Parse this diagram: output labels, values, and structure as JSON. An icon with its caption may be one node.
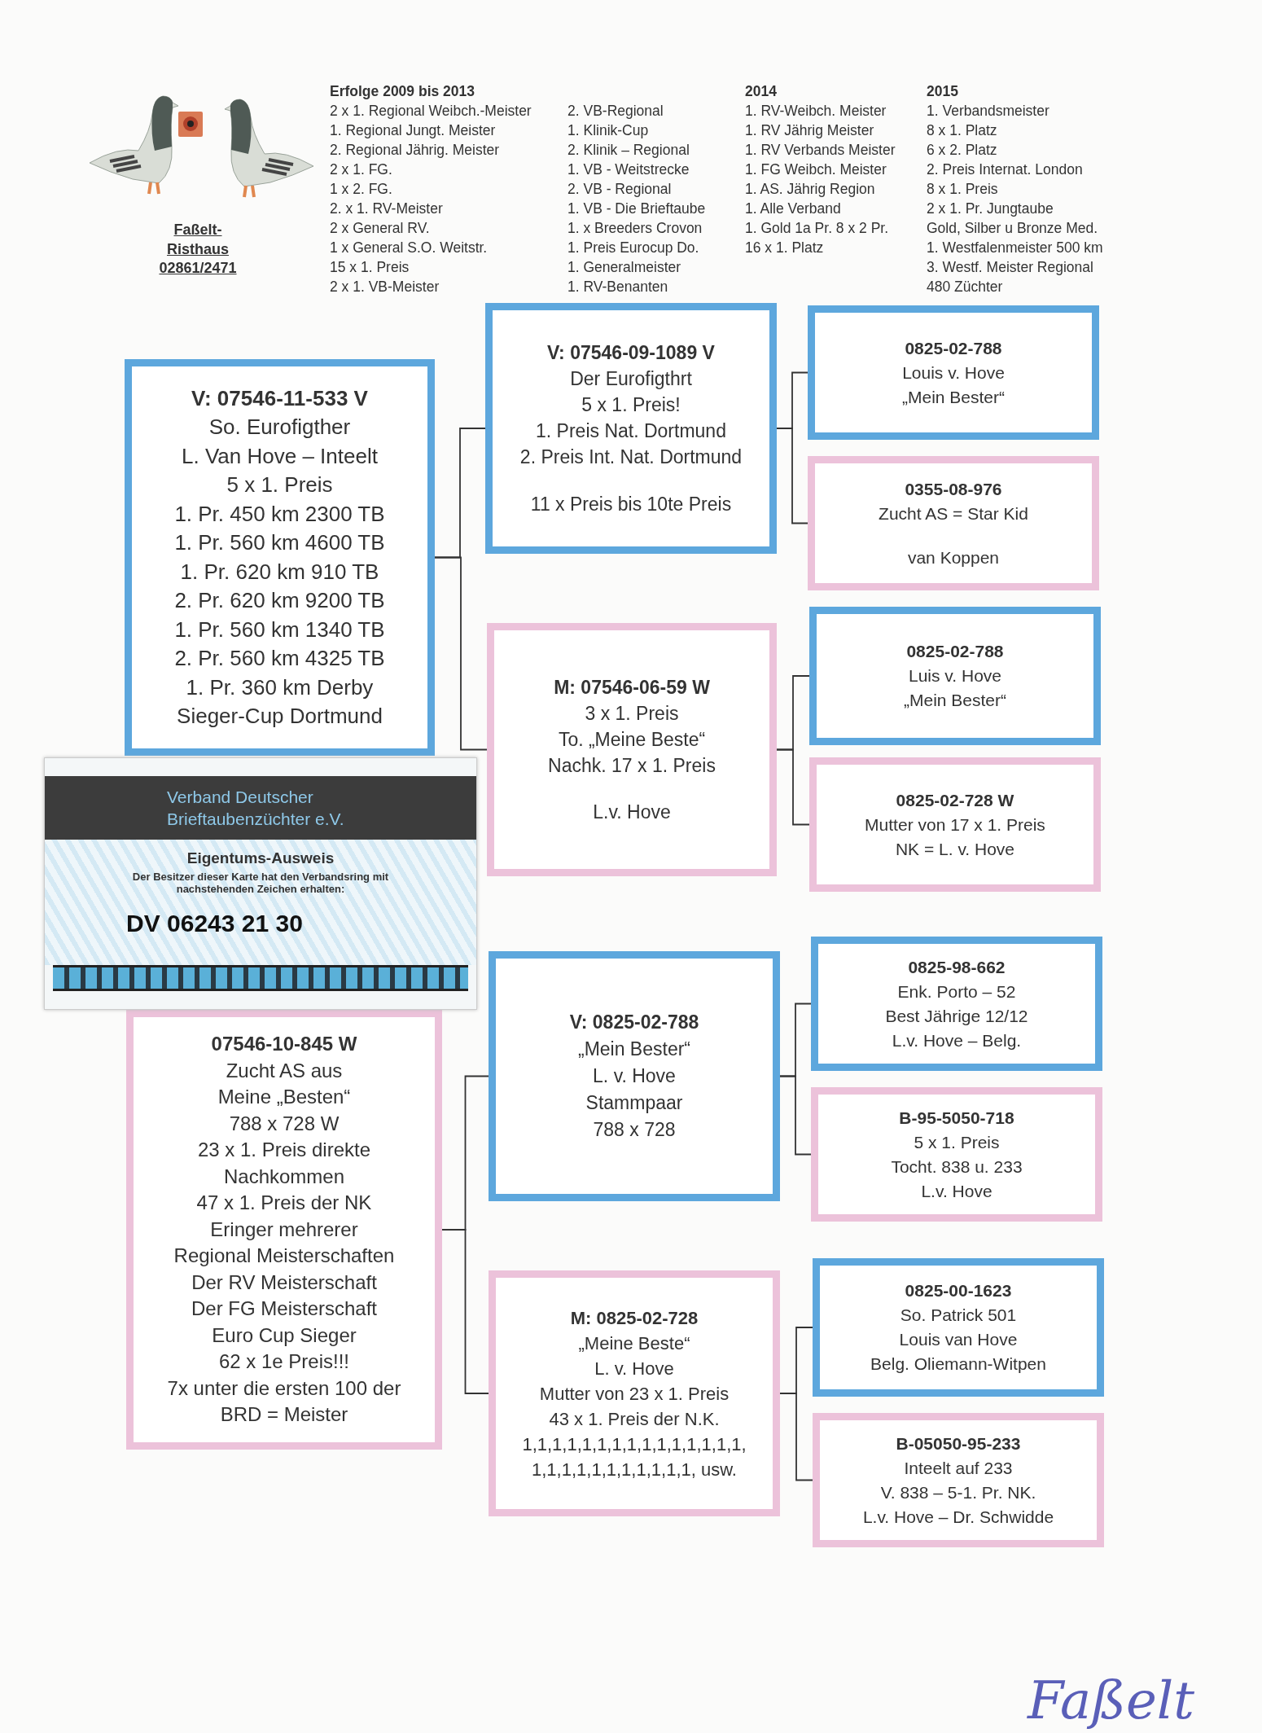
{
  "diagram": {
    "nodes": [
      {
        "text": [
          "V: 07546-11-533 V",
          "So. Eurofigther",
          "L. Van Hove – Inteelt",
          "5 x 1. Preis",
          "1. Pr. 450 km 2300 TB",
          "1. Pr. 560 km 4600 TB",
          "1. Pr. 620 km 910 TB",
          "2. Pr. 620 km 9200 TB",
          "1. Pr. 560 km 1340 TB",
          "2. Pr. 560 km 4325 TB",
          "1. Pr. 360 km Derby",
          "Sieger-Cup Dortmund"
        ]
      },
      {
        "text": [
          "Verband Deutscher Brieftaubenzüchter e.V.",
          "Eigentums-Ausweis",
          "Der Besitzer dieser Karte hat den Verbandsring mit nachstehenden Zeichen erhalten:",
          "DV 06243 21 30"
        ]
      },
      {
        "text": [
          "07546-10-845 W",
          "Zucht AS aus",
          "Meine „Besten“",
          "788 x 728 W",
          "23 x 1. Preis direkte",
          "Nachkommen",
          "47 x 1. Preis der NK",
          "Eringer mehrerer",
          "Regional Meisterschaften",
          "Der RV Meisterschaft",
          "Der FG Meisterschaft",
          "Euro Cup Sieger",
          "62 x 1e Preis!!!",
          "7x unter die ersten 100 der",
          "BRD = Meister"
        ]
      },
      {
        "text": [
          "V: 07546-09-1089 V",
          "Der Eurofigthrt",
          "5 x 1. Preis!",
          "1. Preis Nat. Dortmund",
          "2. Preis Int. Nat. Dortmund",
          "11 x Preis bis 10te Preis"
        ]
      },
      {
        "text": [
          "M: 07546-06-59 W",
          "3 x 1. Preis",
          "To. „Meine Beste“",
          "Nachk. 17 x 1. Preis",
          "L.v. Hove"
        ]
      },
      {
        "text": [
          "V: 0825-02-788",
          "„Mein Bester“",
          "L. v. Hove",
          "Stammpaar",
          "788 x 728"
        ]
      },
      {
        "text": [
          "M: 0825-02-728",
          "„Meine Beste“",
          "L. v. Hove",
          "Mutter von 23 x 1. Preis",
          "43 x 1. Preis der N.K.",
          "1,1,1,1,1,1,1,1,1,1,1,1,1,1,1,",
          "1,1,1,1,1,1,1,1,1,1,1, usw."
        ]
      },
      {
        "text": [
          "0825-02-788",
          "Louis v. Hove",
          "„Mein Bester“"
        ]
      },
      {
        "text": [
          "0355-08-976",
          "Zucht AS = Star Kid",
          "van Koppen"
        ]
      },
      {
        "text": [
          "0825-02-788",
          "Luis v. Hove",
          "„Mein Bester“"
        ]
      },
      {
        "text": [
          "0825-02-728 W",
          "Mutter von 17 x 1. Preis",
          "NK = L. v. Hove"
        ]
      },
      {
        "text": [
          "0825-98-662",
          "Enk. Porto – 52",
          "Best Jährige 12/12",
          "L.v. Hove – Belg."
        ]
      },
      {
        "text": [
          "B-95-5050-718",
          "5 x 1. Preis",
          "Tocht. 838 u. 233",
          "L.v. Hove"
        ]
      },
      {
        "text": [
          "0825-00-1623",
          "So. Patrick 501",
          "Louis van Hove",
          "Belg. Oliemann-Witpen"
        ]
      },
      {
        "text": [
          "B-05050-95-233",
          "Inteelt auf 233",
          "V. 838 – 5-1. Pr. NK.",
          "L.v. Hove – Dr. Schwidde"
        ]
      }
    ],
    "edges": [
      {
        "from": 0,
        "to": 3,
        "arrow": "none"
      },
      {
        "from": 0,
        "to": 4,
        "arrow": "none"
      },
      {
        "from": 2,
        "to": 5,
        "arrow": "none"
      },
      {
        "from": 2,
        "to": 6,
        "arrow": "none"
      },
      {
        "from": 3,
        "to": 7,
        "arrow": "none"
      },
      {
        "from": 3,
        "to": 8,
        "arrow": "none"
      },
      {
        "from": 4,
        "to": 9,
        "arrow": "none"
      },
      {
        "from": 4,
        "to": 10,
        "arrow": "none"
      },
      {
        "from": 5,
        "to": 11,
        "arrow": "none"
      },
      {
        "from": 5,
        "to": 12,
        "arrow": "none"
      },
      {
        "from": 6,
        "to": 13,
        "arrow": "none"
      },
      {
        "from": 6,
        "to": 14,
        "arrow": "none"
      }
    ],
    "labels": [
      "Erfolge 2009 bis 2013",
      "2 x 1. Regional Weibch.-Meister",
      "1. Regional Jungt. Meister",
      "2. Regional Jährig. Meister",
      "2 x 1. FG.",
      "1 x 2. FG.",
      "2. x 1. RV-Meister",
      "2 x General RV.",
      "1 x General S.O. Weitstr.",
      "15 x 1. Preis",
      "2 x 1. VB-Meister",
      "2. VB-Regional",
      "1. Klinik-Cup",
      "2. Klinik – Regional",
      "1. VB - Weitstrecke",
      "2. VB - Regional",
      "1. VB - Die Brieftaube",
      "1. x  Breeders Crovon",
      "1. Preis Eurocup Do.",
      "1. Generalmeister",
      "1. RV-Benanten",
      "2014",
      "1. RV-Weibch. Meister",
      "1. RV Jährig Meister",
      "1. RV Verbands Meister",
      "1. FG Weibch. Meister",
      "1. AS. Jährig Region",
      "1. Alle Verband",
      "1. Gold 1a Pr. 8 x 2 Pr.",
      "16 x 1. Platz",
      "2015",
      "1. Verbandsmeister",
      "8 x 1. Platz",
      "6 x 2. Platz",
      "2. Preis Internat. London",
      "8 x 1. Preis",
      "2 x 1. Pr. Jungtaube",
      "Gold, Silber u Bronze Med.",
      "1. Westfalenmeister 500 km",
      "3. Westf. Meister Regional",
      "480 Züchter",
      "Faßelt- Risthaus",
      "02861/2471",
      "Faßelt"
    ]
  }
}
